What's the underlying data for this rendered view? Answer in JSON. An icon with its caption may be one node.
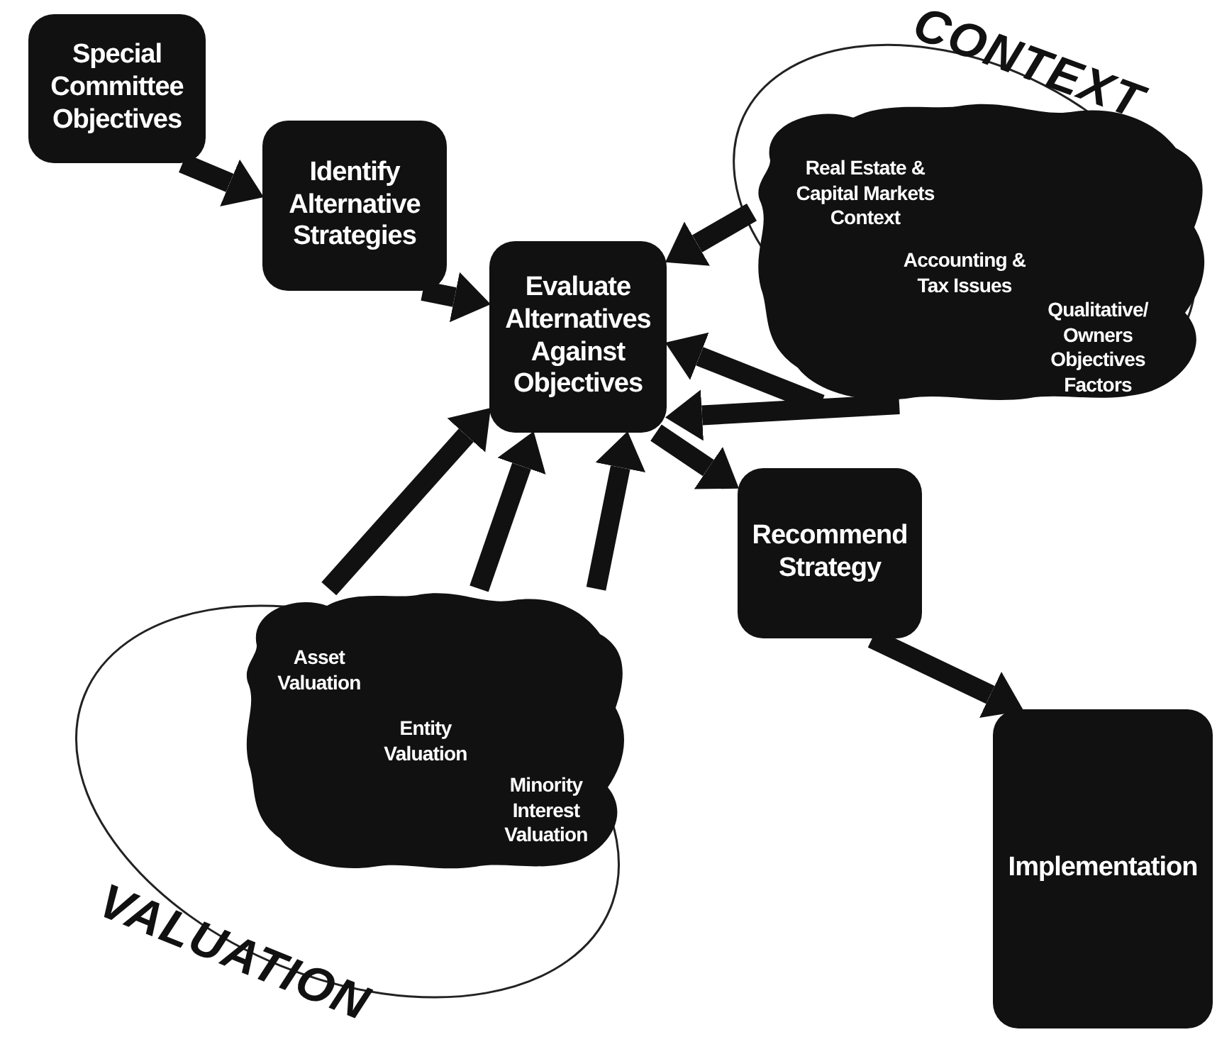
{
  "diagram": {
    "nodes": [
      {
        "text": [
          "Special Committee Objectives"
        ]
      },
      {
        "text": [
          "Identify Alternative Strategies"
        ]
      },
      {
        "text": [
          "CONTEXT"
        ]
      },
      {
        "text": [
          "Real Estate & Capital Markets Context",
          "Accounting & Tax Issues",
          "Qualitative/ Owners Objectives Factors"
        ],
        "in": 2
      },
      {
        "text": [
          "Evaluate Alternatives Against Objectives"
        ]
      },
      {
        "text": [
          "VALUATION"
        ]
      },
      {
        "text": [
          "Asset Valuation",
          "Entity Valuation",
          "Minority Interest Valuation"
        ],
        "in": 5
      },
      {
        "text": [
          "Recommend Strategy"
        ]
      },
      {
        "text": [
          "Implementation"
        ]
      }
    ],
    "edges": [
      {
        "from": 0,
        "to": 1,
        "arrow": "to"
      },
      {
        "from": 1,
        "to": 4,
        "arrow": "to"
      },
      {
        "from": 3,
        "to": 4,
        "arrow": "to"
      },
      {
        "from": 3,
        "to": 4,
        "arrow": "to"
      },
      {
        "from": 3,
        "to": 4,
        "arrow": "to"
      },
      {
        "from": 6,
        "to": 4,
        "arrow": "to"
      },
      {
        "from": 6,
        "to": 4,
        "arrow": "to"
      },
      {
        "from": 6,
        "to": 4,
        "arrow": "to"
      },
      {
        "from": 4,
        "to": 7,
        "arrow": "to"
      },
      {
        "from": 7,
        "to": 8,
        "arrow": "to"
      }
    ]
  }
}
